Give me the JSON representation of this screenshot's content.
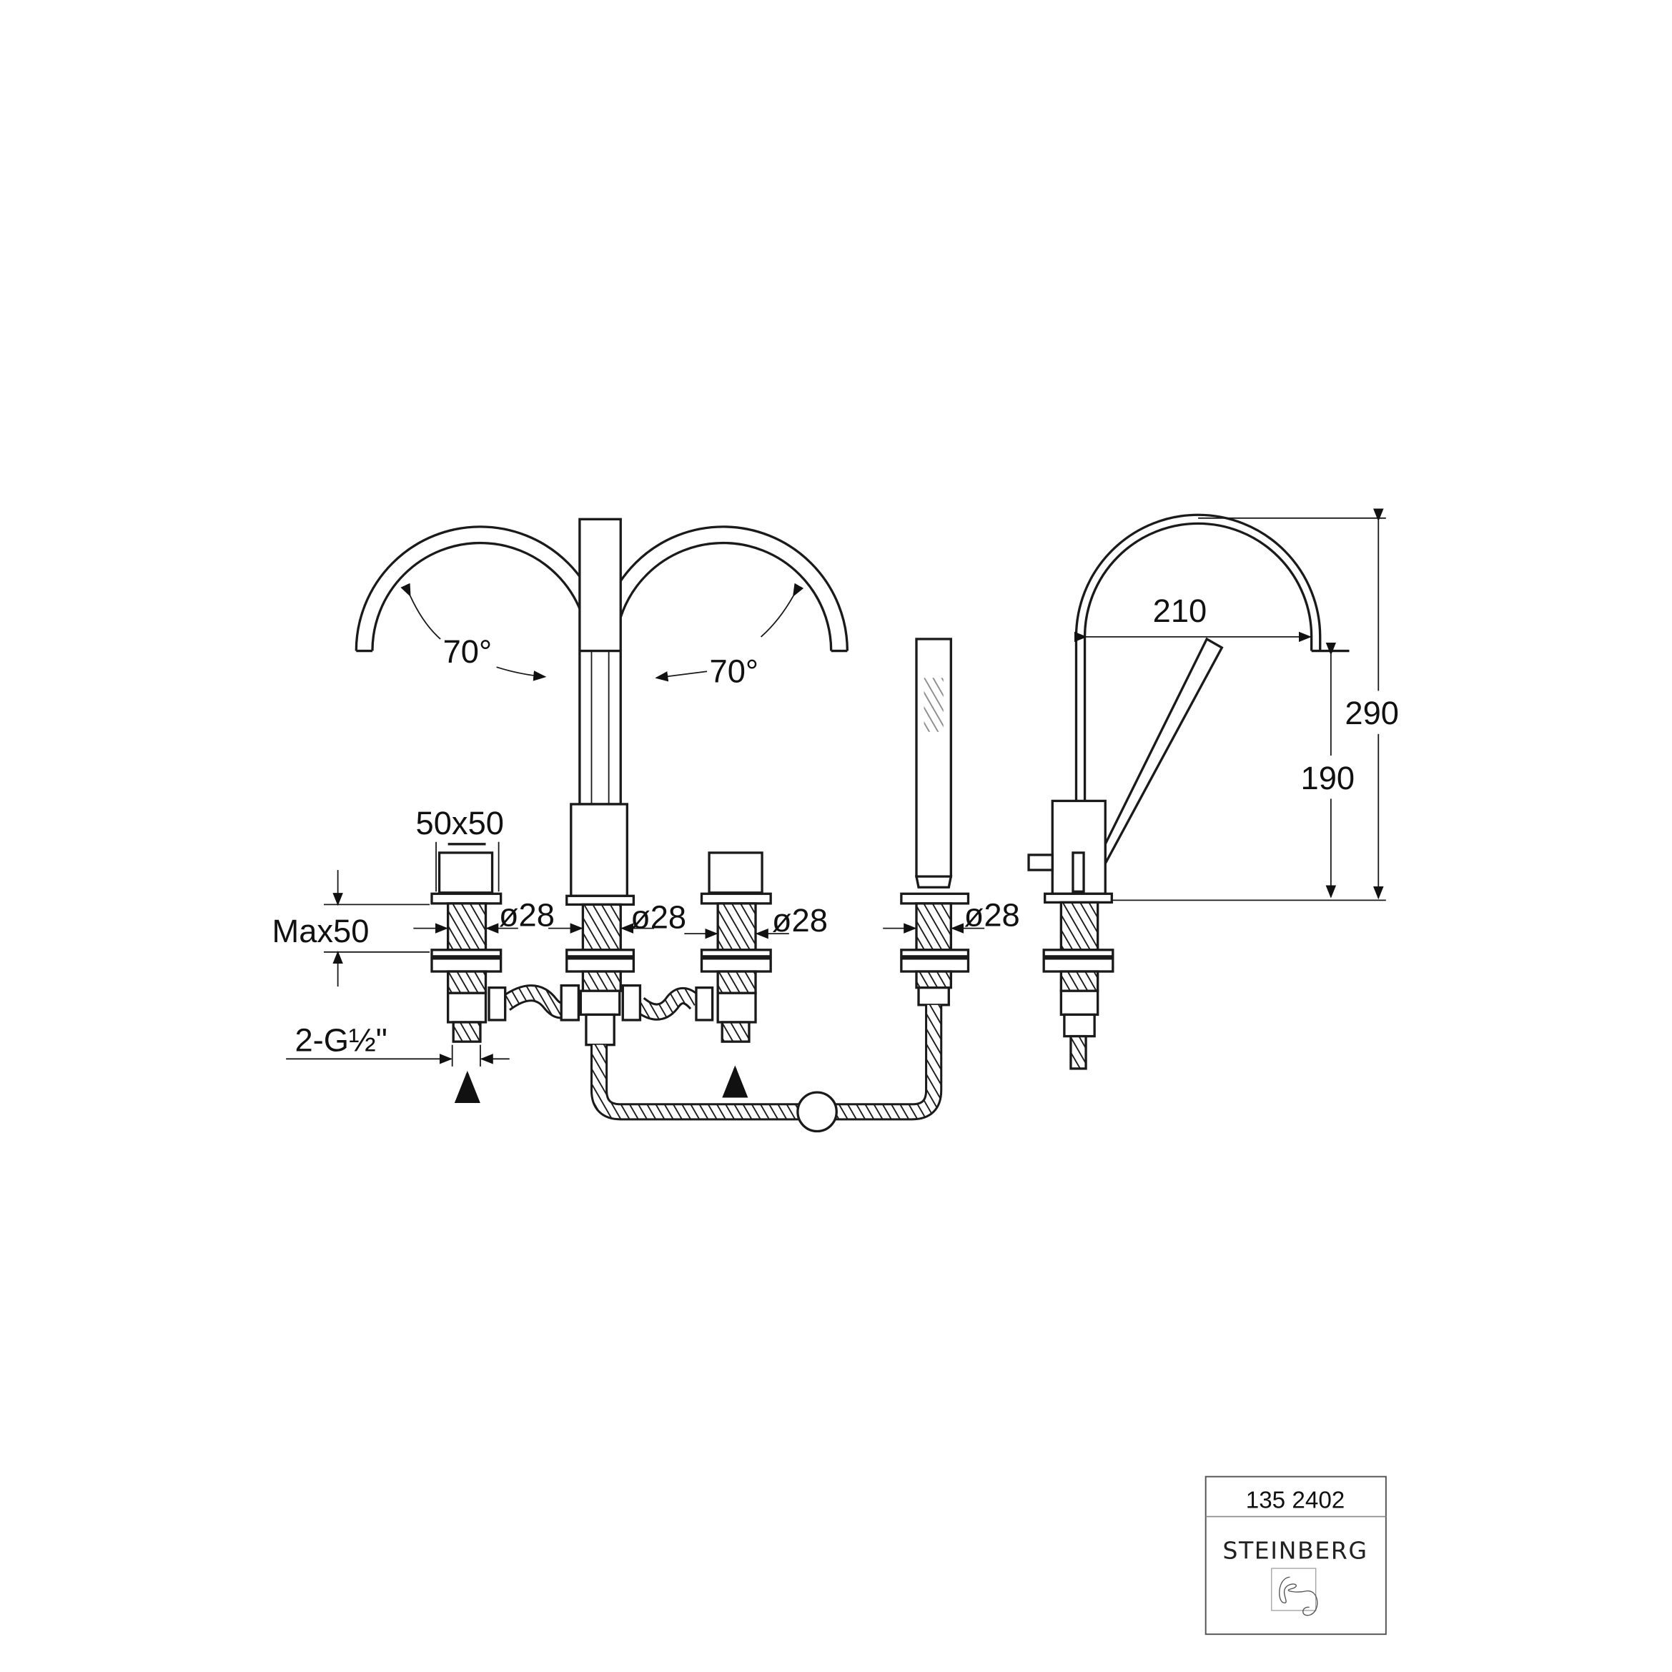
{
  "drawing": {
    "front_view": {
      "angle_left": "70°",
      "angle_right": "70°",
      "handle_size": "50x50",
      "max_deck": "Max50",
      "diameters": [
        "ø28",
        "ø28",
        "ø28",
        "ø28"
      ],
      "connection": "2-G½\""
    },
    "side_view": {
      "reach": "210",
      "spout_height": "190",
      "total_height": "290"
    }
  },
  "title_block": {
    "article_number": "135 2402",
    "brand": "STEINBERG"
  },
  "colors": {
    "line": "#1a1a1a",
    "background": "#ffffff"
  }
}
